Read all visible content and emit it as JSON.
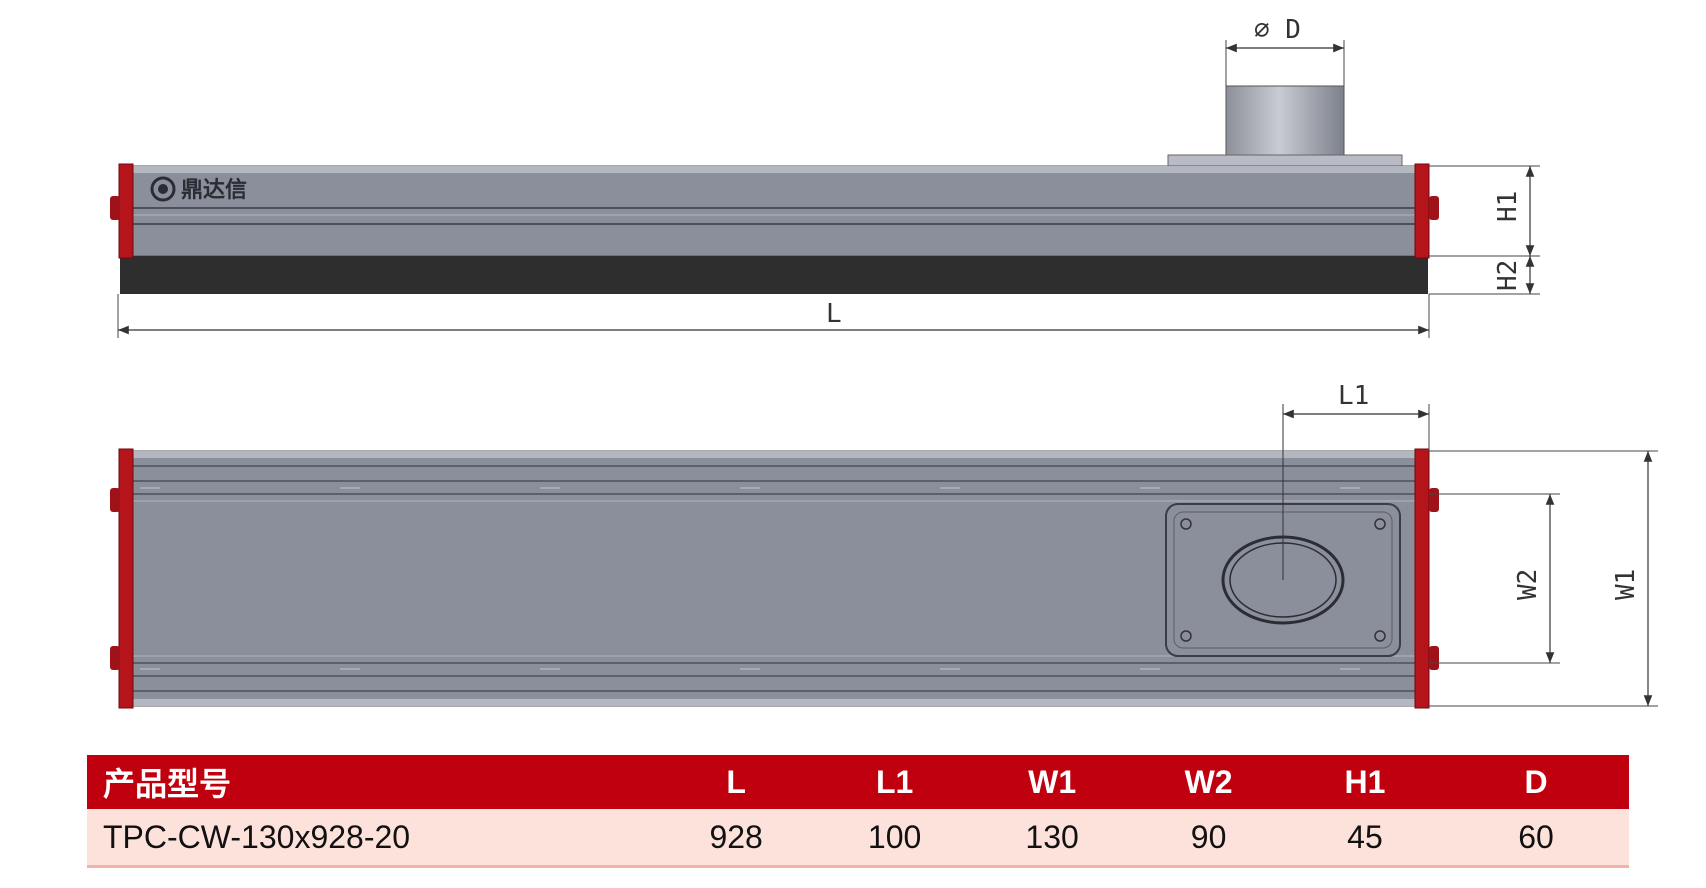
{
  "drawing": {
    "logo_text": "鼎达信",
    "dimension_labels": {
      "d": "⌀ D",
      "l": "L",
      "l1": "L1",
      "h1": "H1",
      "h2": "H2",
      "w1": "W1",
      "w2": "W2"
    }
  },
  "table": {
    "headers": [
      "产品型号",
      "L",
      "L1",
      "W1",
      "W2",
      "H1",
      "D"
    ],
    "rows": [
      [
        "TPC-CW-130x928-20",
        "928",
        "100",
        "130",
        "90",
        "45",
        "60"
      ]
    ]
  },
  "colors": {
    "end_cap_red": "#b4141a",
    "body_gray": "#8a8f9b",
    "brush_black": "#2e2e2e",
    "header_red": "#c0000e",
    "row_pink": "#fde2dc"
  }
}
